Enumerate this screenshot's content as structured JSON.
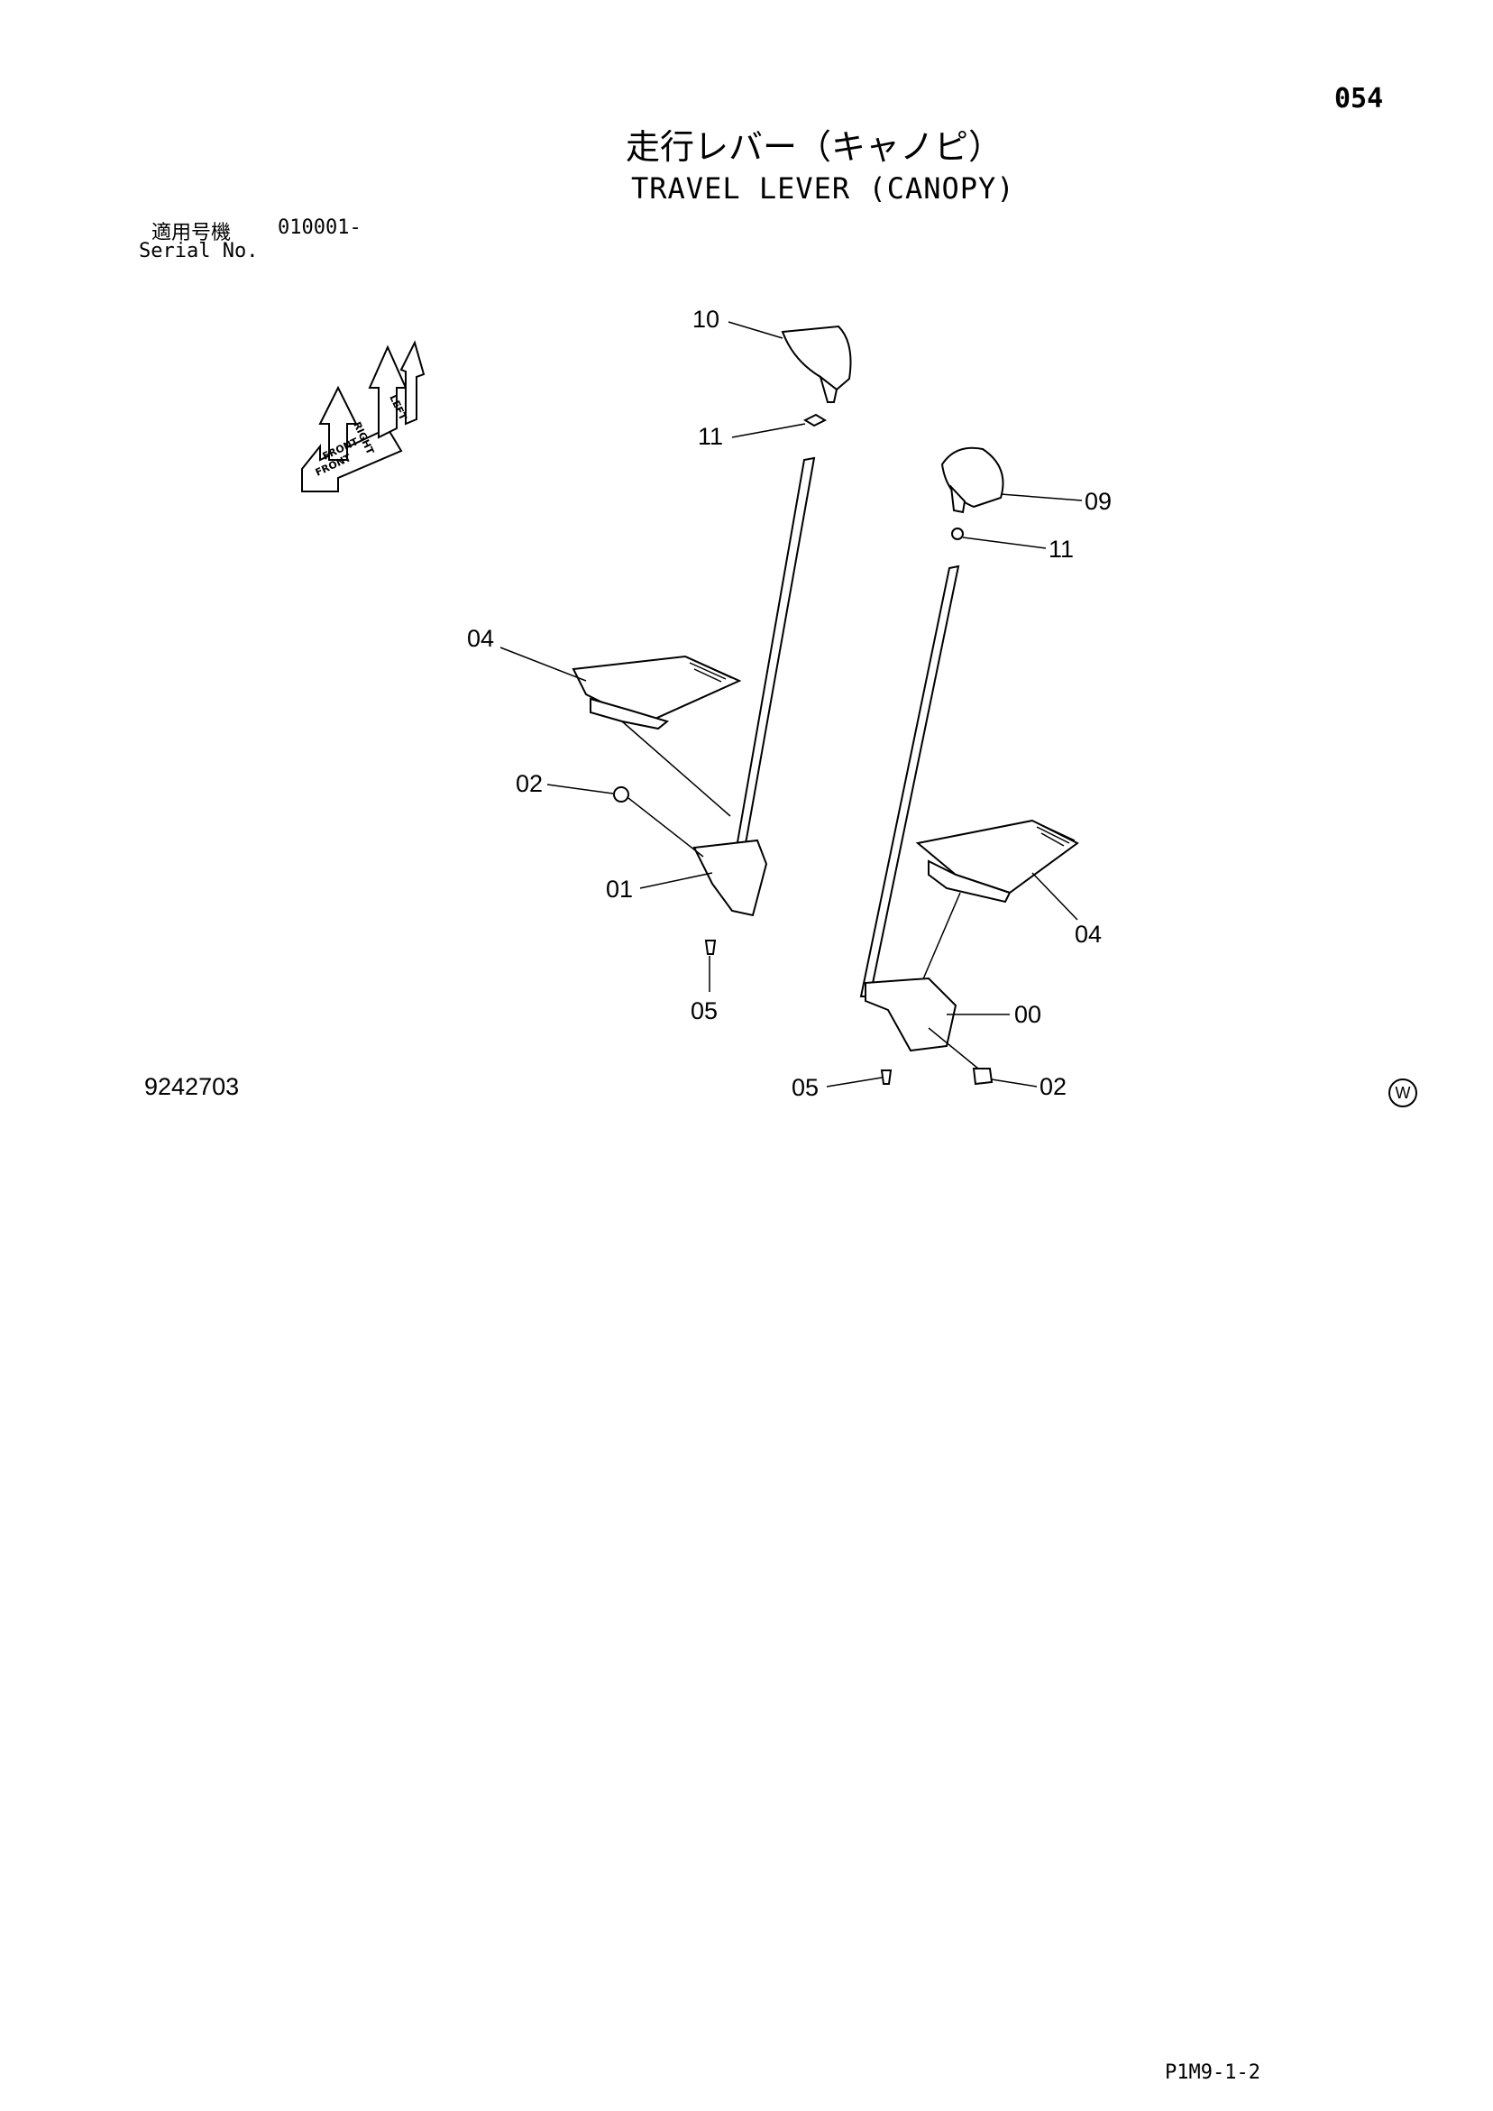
{
  "page_number": "054",
  "title_jp": "走行レバー（キャノピ）",
  "title_en": "TRAVEL LEVER (CANOPY)",
  "serial": {
    "label_jp": "適用号機",
    "value": "010001-",
    "label_en": "Serial No."
  },
  "direction_indicator": {
    "labels": [
      "FRONT",
      "FRONT",
      "RIGHT",
      "LEFT"
    ]
  },
  "callouts": [
    {
      "id": "c10",
      "label": "10"
    },
    {
      "id": "c11a",
      "label": "11"
    },
    {
      "id": "c09",
      "label": "09"
    },
    {
      "id": "c11b",
      "label": "11"
    },
    {
      "id": "c04a",
      "label": "04"
    },
    {
      "id": "c02a",
      "label": "02"
    },
    {
      "id": "c01",
      "label": "01"
    },
    {
      "id": "c05a",
      "label": "05"
    },
    {
      "id": "c04b",
      "label": "04"
    },
    {
      "id": "c00",
      "label": "00"
    },
    {
      "id": "c05b",
      "label": "05"
    },
    {
      "id": "c02b",
      "label": "02"
    }
  ],
  "drawing_number": "9242703",
  "watermark_symbol": "W",
  "footer_code": "P1M9-1-2"
}
